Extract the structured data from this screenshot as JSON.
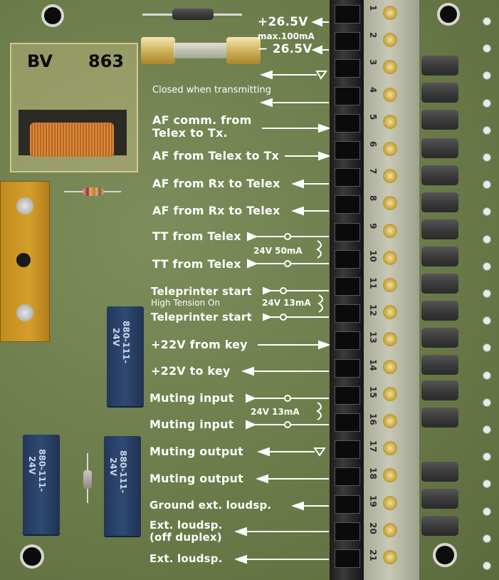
{
  "relay_label": {
    "left": "BV",
    "right": "863"
  },
  "fuse_rating": "max.100mA",
  "supply": {
    "positive": "+26.5V",
    "negative": "− 26.5V"
  },
  "closed_note": "Closed when transmitting",
  "signals": [
    {
      "id": "af-comm",
      "lines": [
        "AF comm. from",
        "Telex to Tx."
      ]
    },
    {
      "id": "af-telex-tx",
      "lines": [
        "AF from Telex to Tx"
      ]
    },
    {
      "id": "af-rx-telex-1",
      "lines": [
        "AF from Rx to Telex"
      ]
    },
    {
      "id": "af-rx-telex-2",
      "lines": [
        "AF from Rx to Telex"
      ]
    },
    {
      "id": "tt-telex-1",
      "lines": [
        "TT from Telex"
      ]
    },
    {
      "id": "tt-telex-2",
      "lines": [
        "TT from Telex"
      ]
    },
    {
      "id": "tp-start-1",
      "lines": [
        "Teleprinter start"
      ]
    },
    {
      "id": "tp-start-2",
      "lines": [
        "Teleprinter start"
      ]
    },
    {
      "id": "plus22-from",
      "lines": [
        "+22V from key"
      ]
    },
    {
      "id": "plus22-to",
      "lines": [
        "+22V to key"
      ]
    },
    {
      "id": "mute-in-1",
      "lines": [
        "Muting input"
      ]
    },
    {
      "id": "mute-in-2",
      "lines": [
        "Muting input"
      ]
    },
    {
      "id": "mute-out-1",
      "lines": [
        "Muting output"
      ]
    },
    {
      "id": "mute-out-2",
      "lines": [
        "Muting output"
      ]
    },
    {
      "id": "ground",
      "lines": [
        "Ground ext. loudsp."
      ]
    },
    {
      "id": "ext-off",
      "lines": [
        "Ext. loudsp.",
        "(off duplex)"
      ]
    },
    {
      "id": "ext",
      "lines": [
        "Ext. loudsp."
      ]
    }
  ],
  "ratings": {
    "tt": "24V 50mA",
    "tp": "24V 13mA",
    "mute": "24V 13mA"
  },
  "high_tension": "High Tension On",
  "relay_part": {
    "number": "880-111-",
    "voltage": "24V"
  },
  "terminals": [
    "1",
    "2",
    "3",
    "4",
    "5",
    "6",
    "7",
    "8",
    "9",
    "10",
    "11",
    "12",
    "13",
    "14",
    "15",
    "16",
    "17",
    "18",
    "19",
    "20",
    "21"
  ]
}
